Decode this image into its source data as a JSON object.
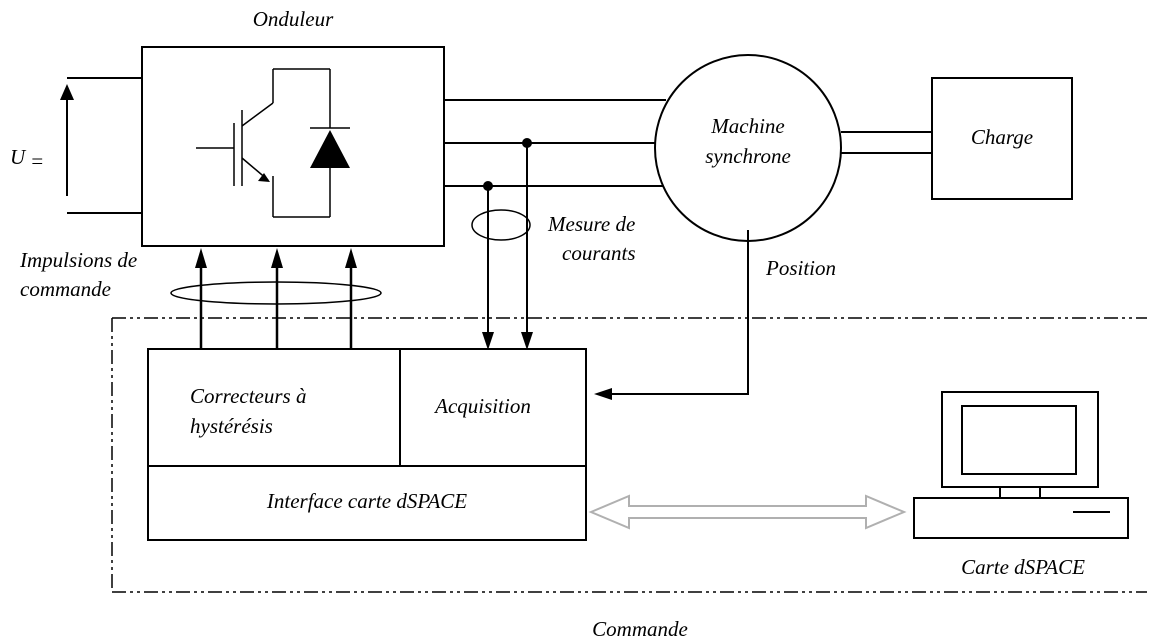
{
  "labels": {
    "onduleur": "Onduleur",
    "supply_u": "U",
    "supply_sub": "=",
    "machine_line1": "Machine",
    "machine_line2": "synchrone",
    "charge": "Charge",
    "mesure_line1": "Mesure de",
    "mesure_line2": "courants",
    "impulsions_line1": "Impulsions de",
    "impulsions_line2": "commande",
    "position": "Position",
    "correcteurs_line1": "Correcteurs à",
    "correcteurs_line2": "hystérésis",
    "acquisition": "Acquisition",
    "interface": "Interface carte dSPACE",
    "carte": "Carte dSPACE",
    "commande": "Commande"
  },
  "colors": {
    "line": "#000000",
    "link_arrow": "#b0b0b0"
  }
}
